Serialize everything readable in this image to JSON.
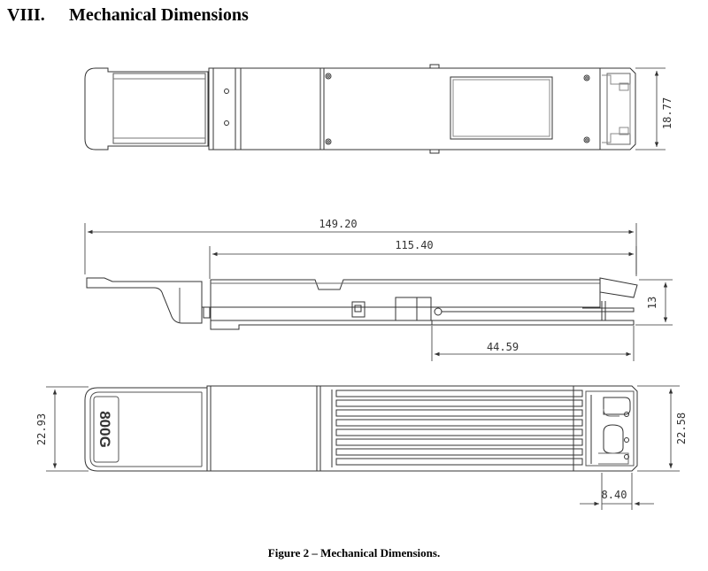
{
  "section": {
    "number": "VIII.",
    "title": "Mechanical Dimensions"
  },
  "dimensions": {
    "height_top": "18.77",
    "length_total": "149.20",
    "length_body": "115.40",
    "height_side": "13",
    "length_heatsink": "44.59",
    "width_left": "22.93",
    "width_right": "22.58",
    "connector_depth": "8.40"
  },
  "module_label": "800G",
  "caption": "Figure 2 – Mechanical Dimensions."
}
